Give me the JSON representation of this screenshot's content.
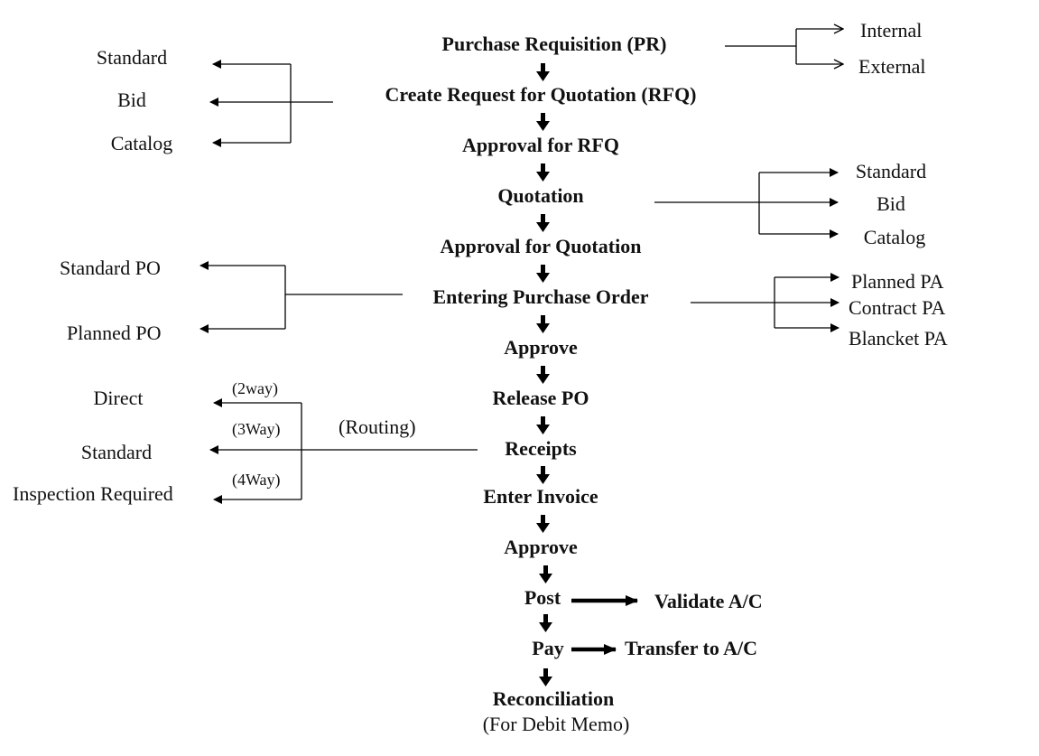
{
  "diagram": {
    "title": "Purchasing process flow",
    "colors": {
      "line": "#000000",
      "text": "#111111",
      "background": "#ffffff"
    },
    "main_flow": [
      {
        "id": "pr",
        "label": "Purchase Requisition (PR)"
      },
      {
        "id": "rfq",
        "label": "Create Request for Quotation  (RFQ)"
      },
      {
        "id": "rfq-approval",
        "label": "Approval for RFQ"
      },
      {
        "id": "quotation",
        "label": "Quotation"
      },
      {
        "id": "quotation-approval",
        "label": "Approval for Quotation"
      },
      {
        "id": "po-entry",
        "label": "Entering Purchase Order"
      },
      {
        "id": "approve-po",
        "label": "Approve"
      },
      {
        "id": "release-po",
        "label": "Release PO"
      },
      {
        "id": "receipts",
        "label": "Receipts"
      },
      {
        "id": "enter-invoice",
        "label": "Enter Invoice"
      },
      {
        "id": "approve-invoice",
        "label": "Approve"
      },
      {
        "id": "post",
        "label": "Post"
      },
      {
        "id": "pay",
        "label": "Pay"
      },
      {
        "id": "reconciliation",
        "label": "Reconciliation"
      }
    ],
    "reconciliation_note": "(For Debit Memo)",
    "branches": {
      "pr_types": [
        "Internal",
        "External"
      ],
      "rfq_types": [
        "Standard",
        "Bid",
        "Catalog"
      ],
      "quotation_types": [
        "Standard",
        "Bid",
        "Catalog"
      ],
      "po_types": [
        "Standard PO",
        "Planned PO"
      ],
      "pa_types": [
        "Planned PA",
        "Contract PA",
        "Blancket PA"
      ],
      "receipt_routing": {
        "label": "(Routing)",
        "options": [
          {
            "label": "Direct",
            "match": "(2way)"
          },
          {
            "label": "Standard",
            "match": "(3Way)"
          },
          {
            "label": "Inspection  Required",
            "match": "(4Way)"
          }
        ]
      },
      "post_result": "Validate A/C",
      "pay_result": "Transfer to A/C"
    }
  }
}
